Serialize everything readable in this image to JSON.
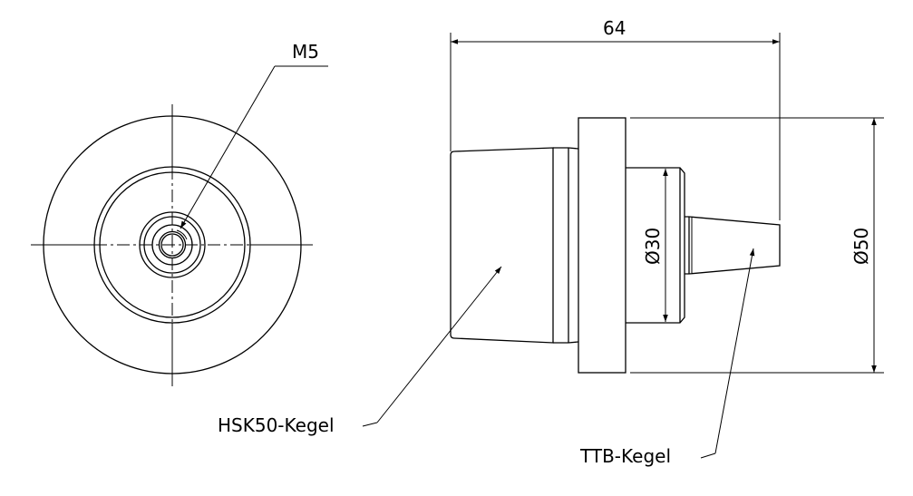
{
  "drawing": {
    "front_view": {
      "thread_label": "M5"
    },
    "side_view": {
      "length_dimension": "64",
      "shaft_diameter": "Ø30",
      "flange_diameter": "Ø50",
      "hsk_label": "HSK50-Kegel",
      "ttb_label": "TTB-Kegel"
    },
    "colors": {
      "line": "#000000",
      "background": "#ffffff"
    }
  }
}
